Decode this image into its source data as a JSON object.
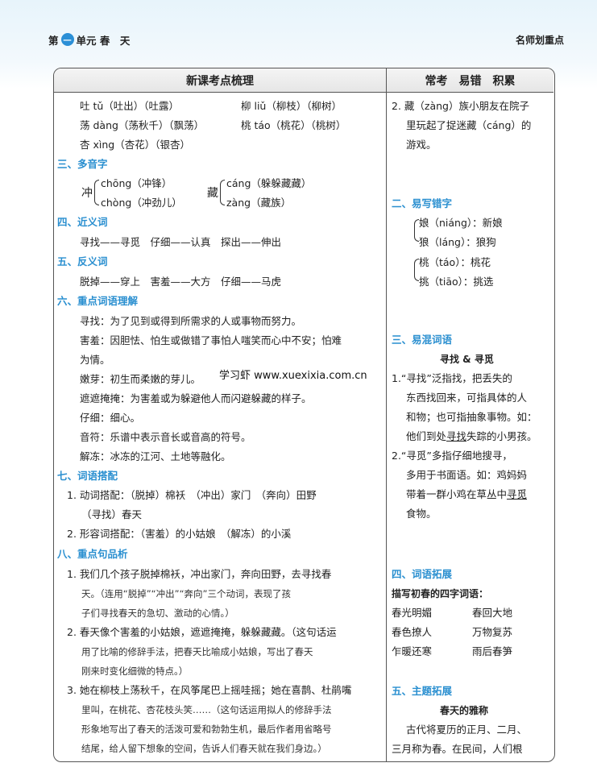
{
  "header": {
    "unit_prefix": "第",
    "unit_num": "一",
    "unit_title": "单元 春　天",
    "right_title": "名师划重点"
  },
  "left": {
    "head": "新课考点梳理",
    "lines": [
      "吐 tǔ（吐出）（吐露）",
      "柳 liǔ（柳枝）（柳树）",
      "荡 dàng（荡秋千）（飘荡）",
      "桃 táo（桃花）（桃树）",
      "杏 xìng（杏花）（银杏）"
    ],
    "sec3": "三、多音字",
    "poly1_char": "冲",
    "poly1_a": "chōng（冲锋）",
    "poly1_b": "chòng（冲劲儿）",
    "poly2_char": "藏",
    "poly2_a": "cáng（躲躲藏藏）",
    "poly2_b": "zàng（藏族）",
    "sec4": "四、近义词",
    "syn": "寻找——寻觅　仔细——认真　探出——伸出",
    "sec5": "五、反义词",
    "ant": "脱掉——穿上　害羞——大方　仔细——马虎",
    "sec6": "六、重点词语理解",
    "def1": "寻找：为了见到或得到所需求的人或事物而努力。",
    "def2a": "害羞：因胆怯、怕生或做错了事怕人嗤笑而心中不安；怕难",
    "def2b": "为情。",
    "def3": "嫩芽：初生而柔嫩的芽儿。",
    "def4": "遮遮掩掩：为害羞或为躲避他人而闪避躲藏的样子。",
    "def5": "仔细：细心。",
    "def6": "音符：乐谱中表示音长或音高的符号。",
    "def7": "解冻：冰冻的江河、土地等融化。",
    "sec7": "七、词语搭配",
    "col1a": "1. 动词搭配：（脱掉）棉袄　（冲出）家门　（奔向）田野",
    "col1b": "（寻找）春天",
    "col2": "2. 形容词搭配：（害羞）的小姑娘　（解冻）的小溪",
    "sec8": "八、重点句品析",
    "s1a": "1. 我们几个孩子脱掉棉袄，冲出家门，奔向田野，去寻找春",
    "s1b": "天。（连用“脱掉”“冲出”“奔向”三个动词，表现了孩",
    "s1c": "子们寻找春天的急切、激动的心情。）",
    "s2a": "2. 春天像个害羞的小姑娘，遮遮掩掩，躲躲藏藏。（这句话运",
    "s2b": "用了比喻的修辞手法，把春天比喻成小姑娘，写出了春天",
    "s2c": "刚来时变化细微的特点。）",
    "s3a": "3. 她在柳枝上荡秋千，在风筝尾巴上摇哇摇；她在喜鹊、杜鹃嘴",
    "s3b": "里叫，在桃花、杏花枝头笑……（这句话运用拟人的修辞手法",
    "s3c": "形象地写出了春天的活泼可爱和勃勃生机，最后作者用省略号",
    "s3d": "结尾，给人留下想象的空间，告诉人们春天就在我们身边。）"
  },
  "right": {
    "head": "常考　易错　积累",
    "e2a": "2. 藏（zàng）族小朋友在院子",
    "e2b": "里玩起了捉迷藏（cáng）的",
    "e2c": "游戏。",
    "sec2": "二、易写错字",
    "w1a": "娘（niáng）：新娘",
    "w1b": "狼（láng）：狼狗",
    "w2a": "桃（táo）：桃花",
    "w2b": "挑（tiāo）：挑选",
    "sec3": "三、易混词语",
    "mix_title": "寻找 & 寻觅",
    "m1a": "1.“寻找”泛指找，把丢失的",
    "m1b": "东西找回来，可指具体的人",
    "m1c": "和物；也可指抽象事物。如：",
    "m1d_pre": "他们到处",
    "m1d_u": "寻找",
    "m1d_post": "失踪的小男孩。",
    "m2a": "2.“寻觅”多指仔细地搜寻，",
    "m2b": "多用于书面语。如：鸡妈妈",
    "m2c_pre": "带着一群小鸡在草丛中",
    "m2c_u": "寻觅",
    "m2d": "食物。",
    "sec4": "四、词语拓展",
    "ext_title": "描写初春的四字词语：",
    "idioms": [
      "春光明媚",
      "春回大地",
      "春色撩人",
      "万物复苏",
      "乍暖还寒",
      "雨后春笋"
    ],
    "sec5": "五、主题拓展",
    "theme_title": "春天的雅称",
    "t1": "古代将夏历的正月、二月、",
    "t2": "三月称为春。在民间，人们根"
  },
  "watermark": "学习虾 www.xuexixia.com.cn"
}
